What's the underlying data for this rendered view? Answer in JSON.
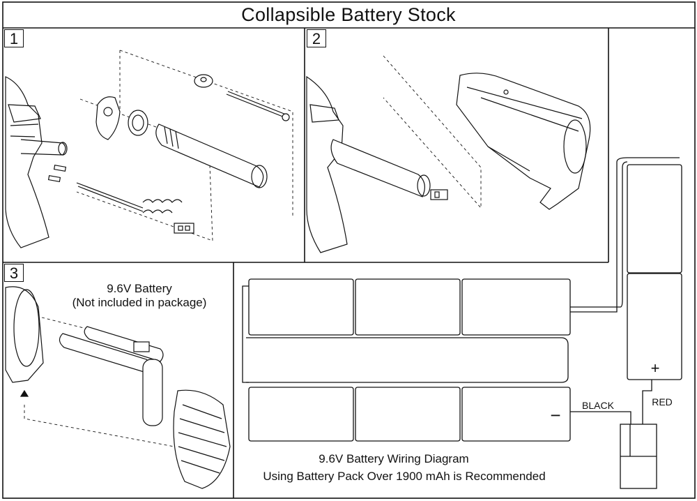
{
  "title": "Collapsible Battery  Stock",
  "panels": [
    {
      "number": "1"
    },
    {
      "number": "2"
    },
    {
      "number": "3",
      "battery_label": "9.6V Battery",
      "battery_note": "(Not included in package)"
    }
  ],
  "wiring": {
    "caption": "9.6V Battery Wiring Diagram",
    "recommendation": "Using Battery Pack Over 1900 mAh is Recommended",
    "black_label": "BLACK",
    "red_label": "RED",
    "minus_sign": "−",
    "plus_sign": "+"
  }
}
